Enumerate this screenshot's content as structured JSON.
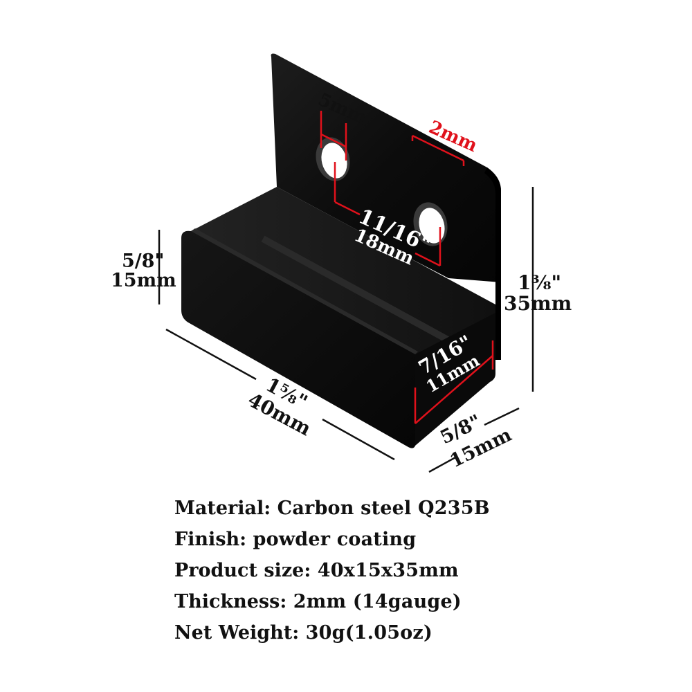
{
  "dimensions": {
    "hole_diameter": "5mm",
    "thickness": "2mm",
    "hole_spacing_imperial": "11/16\"",
    "hole_spacing_metric": "18mm",
    "back_height_left_imperial": "5/8\"",
    "back_height_left_metric": "15mm",
    "total_height_imperial": "1⅜\"",
    "total_height_metric": "35mm",
    "inner_gap_imperial": "7/16\"",
    "inner_gap_metric": "11mm",
    "length_imperial": "1⅝\"",
    "length_metric": "40mm",
    "depth_imperial": "5/8\"",
    "depth_metric": "15mm"
  },
  "specs": [
    {
      "label": "Material:",
      "value": "Carbon steel Q235B"
    },
    {
      "label": "Finish:",
      "value": "powder coating"
    },
    {
      "label": "Product size:",
      "value": "40x15x35mm"
    },
    {
      "label": "Thickness:",
      "value": "2mm (14gauge)"
    },
    {
      "label": "Net Weight:",
      "value": "30g(1.05oz)"
    }
  ],
  "colors": {
    "metal": "#0b0b0b",
    "dimension_red": "#e0111b",
    "text": "#111111"
  }
}
